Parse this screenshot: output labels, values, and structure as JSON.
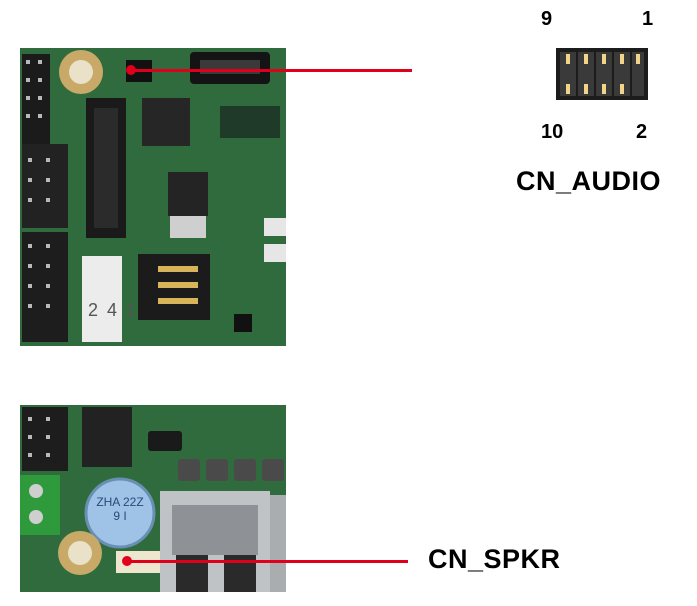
{
  "cn_audio": {
    "title": "CN_AUDIO",
    "pin_top_left": "9",
    "pin_top_right": "1",
    "pin_bottom_left": "10",
    "pin_bottom_right": "2"
  },
  "cn_spkr": {
    "title": "CN_SPKR"
  },
  "board_print": {
    "connector_digits": "2 4 1",
    "capacitor_text": "ZHA 22Z 9 I"
  },
  "colors": {
    "pointer_red": "#e0001b",
    "pcb_green": "#2f6b3c",
    "header_black": "#1c1c1c"
  }
}
